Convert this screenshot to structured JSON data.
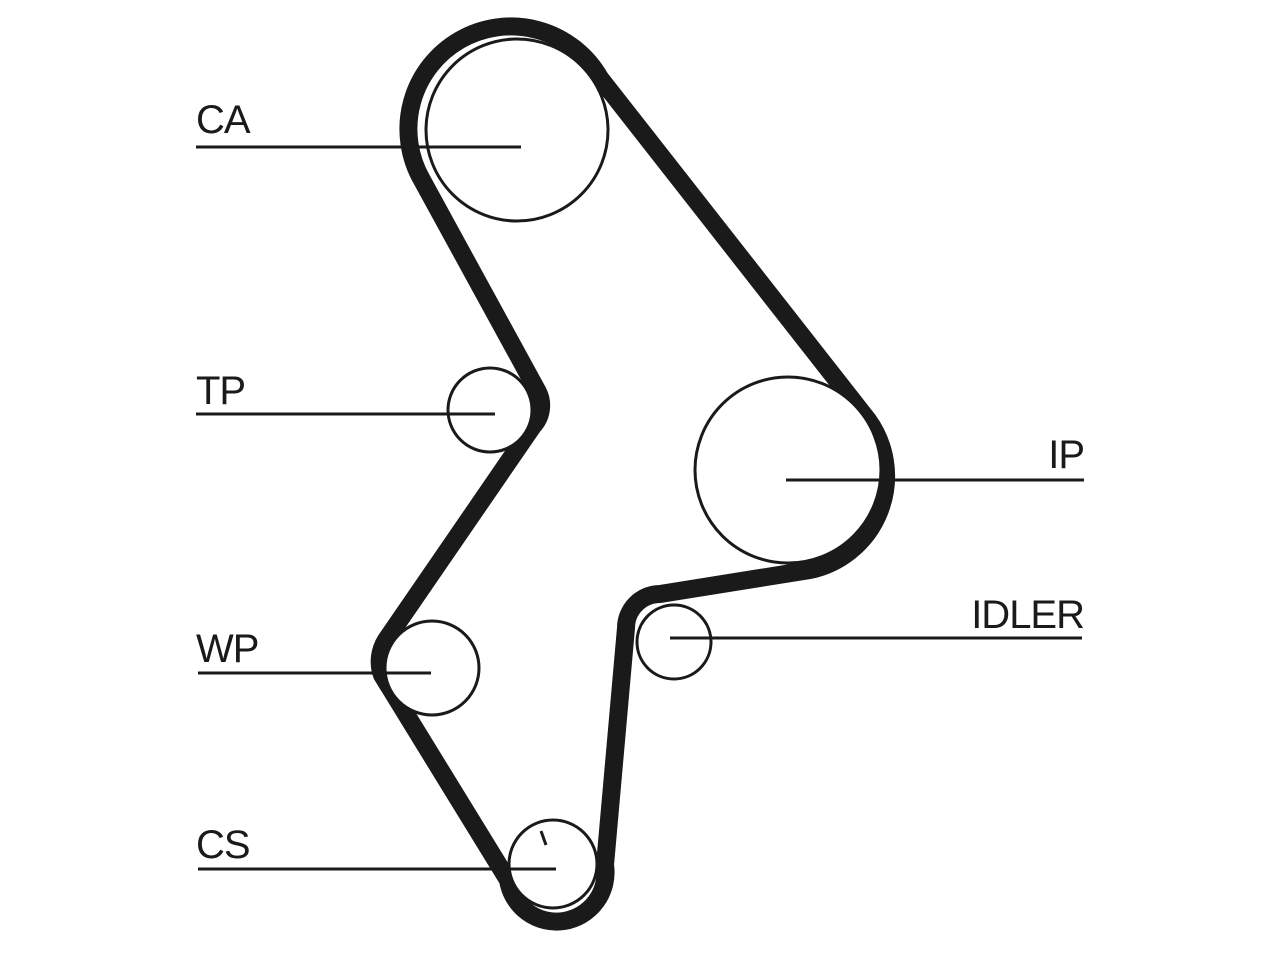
{
  "diagram": {
    "labels": {
      "ca": "CA",
      "tp": "TP",
      "wp": "WP",
      "cs": "CS",
      "ip": "IP",
      "idler": "IDLER"
    }
  },
  "colors": {
    "line": "#1a1a1a",
    "background": "#ffffff"
  }
}
